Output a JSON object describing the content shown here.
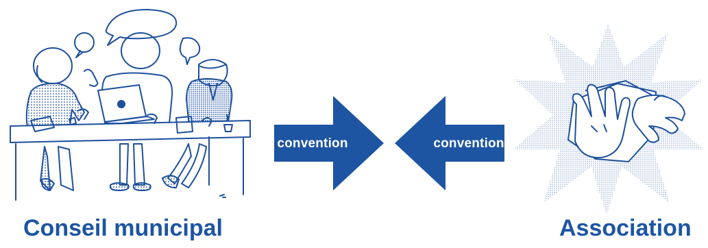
{
  "diagram": {
    "left_entity": {
      "label": "Conseil municipal",
      "illustration": "meeting-table-icon"
    },
    "right_entity": {
      "label": "Association",
      "illustration": "hands-star-icon"
    },
    "arrows": [
      {
        "direction": "right",
        "label": "convention"
      },
      {
        "direction": "left",
        "label": "convention"
      }
    ],
    "colors": {
      "primary": "#1e55a3",
      "ink": "#1d4f9c",
      "background": "#ffffff"
    }
  }
}
